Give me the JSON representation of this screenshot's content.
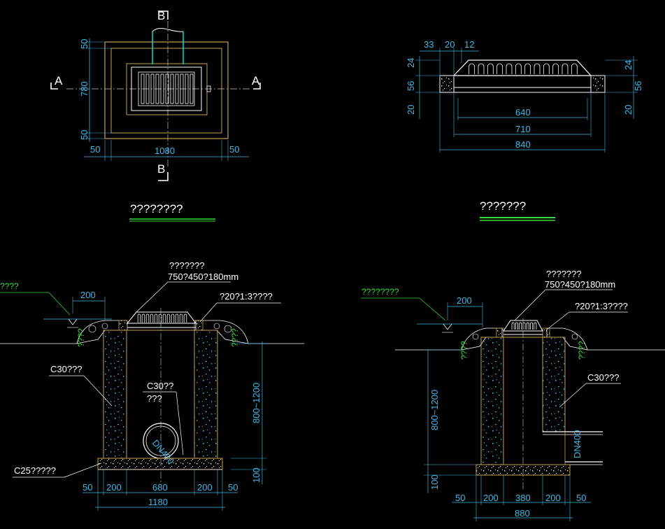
{
  "colors": {
    "background": "#000000",
    "dimension": "#3fb8e6",
    "outline": "#c8a050",
    "label": "#ffffff",
    "ground": "#33dd33",
    "pipe": "#00e0e0"
  },
  "plan": {
    "section_mark_a": "A",
    "section_mark_b": "B",
    "dim_top": "50",
    "dim_mid": "780",
    "dim_bottom": "50",
    "dim_left": "50",
    "dim_width": "1080",
    "dim_right": "50",
    "caption": "????????"
  },
  "cover": {
    "dim_33": "33",
    "dim_20a": "20",
    "dim_12": "12",
    "dim_24a": "24",
    "dim_56a": "56",
    "dim_20b": "20",
    "dim_24b": "24",
    "dim_56b": "56",
    "dim_20c": "20",
    "dim_640": "640",
    "dim_710": "710",
    "dim_840": "840",
    "caption": "???????"
  },
  "section_a": {
    "cover_note_1": "???????",
    "cover_note_2": "750?450?180mm",
    "mortar_note": "?20?1:3????",
    "water_note": "????",
    "dim_200_top": "200",
    "wall_note": "C30???",
    "pipe_note_1": "C30??",
    "pipe_note_2": "???",
    "pipe_label": "DN400",
    "base_note": "C25?????",
    "soil_label": "????",
    "dim_depth": "800~1200",
    "dim_100": "100",
    "dim_50l": "50",
    "dim_200l": "200",
    "dim_680": "680",
    "dim_200r": "200",
    "dim_50r": "50",
    "dim_1180": "1180"
  },
  "section_b": {
    "water_note": "????????",
    "dim_200_top": "200",
    "cover_note_1": "???????",
    "cover_note_2": "750?450?180mm",
    "mortar_note": "?20?1:3????",
    "wall_note": "C30???",
    "pipe_label": "DN400",
    "soil_label": "????",
    "dim_depth": "800~1200",
    "dim_100": "100",
    "dim_50l": "50",
    "dim_200l": "200",
    "dim_380": "380",
    "dim_200r": "200",
    "dim_50r": "50",
    "dim_880": "880"
  }
}
